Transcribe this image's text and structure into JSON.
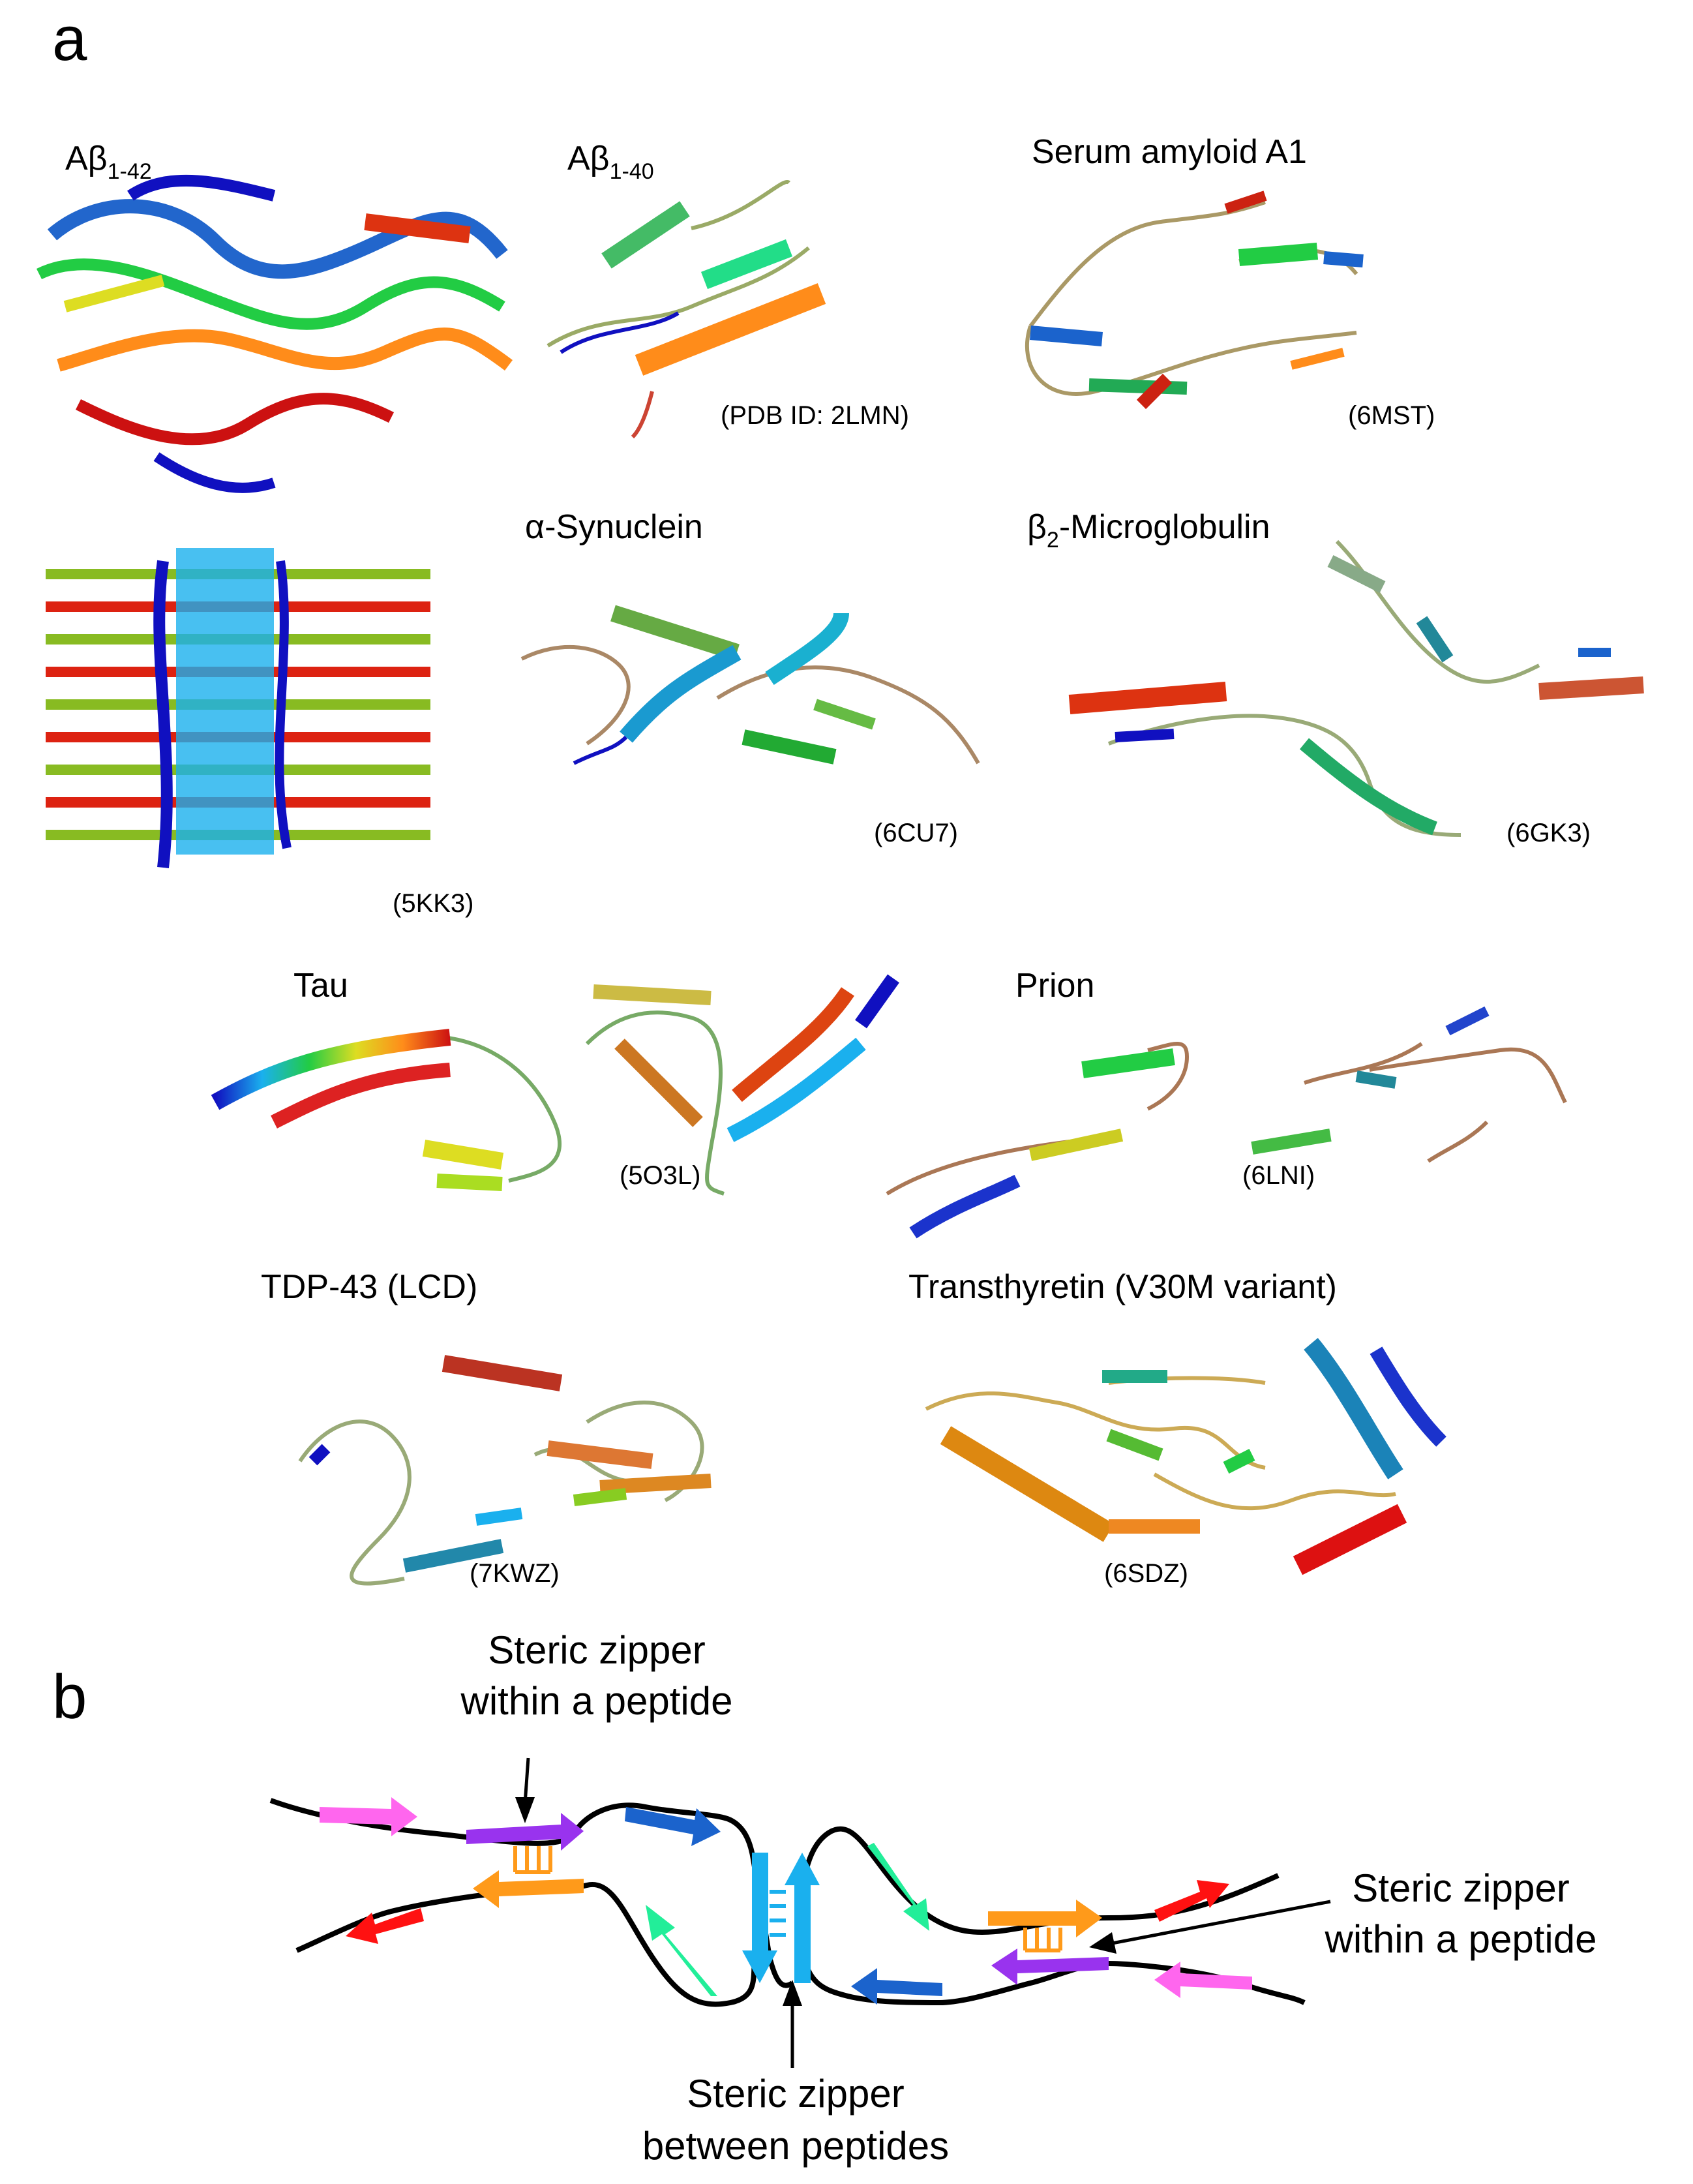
{
  "panels": {
    "a": "a",
    "b": "b"
  },
  "structures": [
    {
      "key": "ab42",
      "title_main": "Aβ",
      "title_sub": "1-42",
      "pdb": "(5KK3)"
    },
    {
      "key": "ab40",
      "title_main": "Aβ",
      "title_sub": "1-40",
      "pdb": "(PDB ID: 2LMN)"
    },
    {
      "key": "saa1",
      "title": "Serum amyloid A1",
      "pdb": "(6MST)"
    },
    {
      "key": "asyn",
      "title": "α-Synuclein",
      "pdb": "(6CU7)"
    },
    {
      "key": "b2m",
      "title_main": "β",
      "title_sub": "2",
      "title_rest": "-Microglobulin",
      "pdb": "(6GK3)"
    },
    {
      "key": "tau",
      "title": "Tau",
      "pdb": "(5O3L)"
    },
    {
      "key": "prion",
      "title": "Prion",
      "pdb": "(6LNI)"
    },
    {
      "key": "tdp43",
      "title": "TDP-43 (LCD)",
      "pdb": "(7KWZ)"
    },
    {
      "key": "ttr",
      "title": "Transthyretin (V30M variant)",
      "pdb": "(6SDZ)"
    }
  ],
  "schematic": {
    "zipper_within_left": {
      "line1": "Steric zipper",
      "line2": "within a peptide"
    },
    "zipper_within_right": {
      "line1": "Steric zipper",
      "line2": "within a peptide"
    },
    "zipper_between": {
      "line1": "Steric zipper",
      "line2": "between peptides"
    }
  },
  "colors": {
    "magenta": "#ff66ee",
    "purple": "#9933ee",
    "orange": "#ff9a1a",
    "blue": "#1b63cc",
    "cyan": "#1ab0ee",
    "spring_green": "#22ee99",
    "red": "#ff1111",
    "coil": "#000000"
  }
}
